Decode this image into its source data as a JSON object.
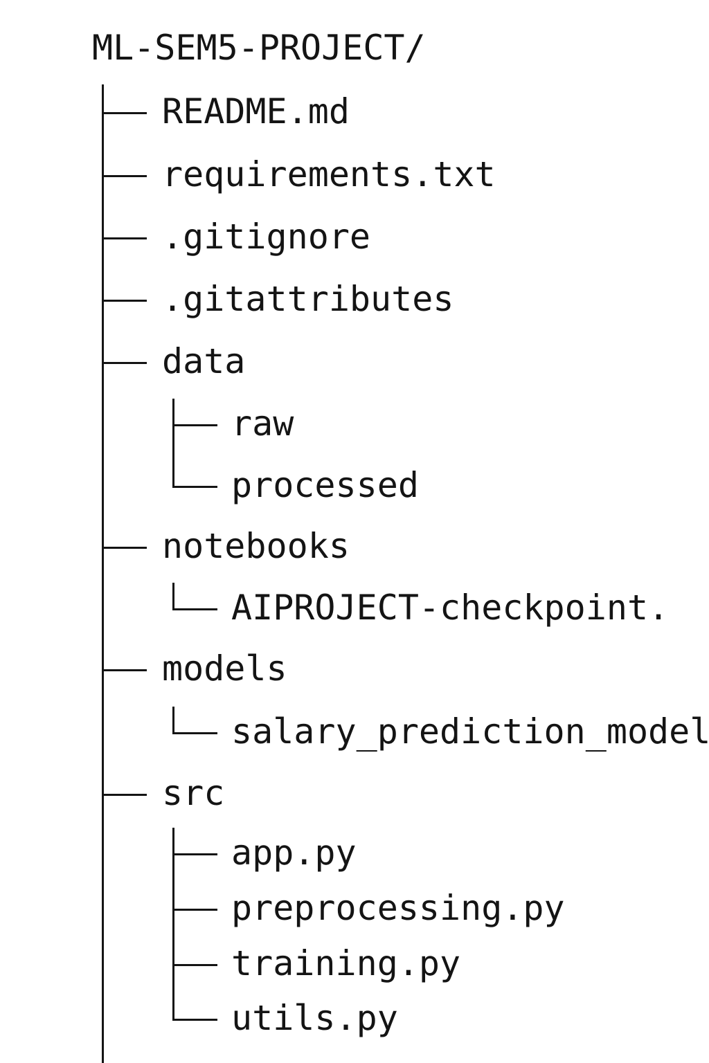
{
  "root": "ML-SEM5-PROJECT/",
  "entries": [
    {
      "label": "README.md",
      "name": "file-readme"
    },
    {
      "label": "requirements.txt",
      "name": "file-requirements"
    },
    {
      "label": ".gitignore",
      "name": "file-gitignore"
    },
    {
      "label": ".gitattributes",
      "name": "file-gitattributes"
    },
    {
      "label": "data",
      "name": "folder-data",
      "children": [
        {
          "label": "raw",
          "name": "folder-raw"
        },
        {
          "label": "processed",
          "name": "folder-processed"
        }
      ]
    },
    {
      "label": "notebooks",
      "name": "folder-notebooks",
      "children": [
        {
          "label": "AIPROJECT-checkpoint.",
          "name": "file-aiproject-checkpoint"
        }
      ]
    },
    {
      "label": "models",
      "name": "folder-models",
      "children": [
        {
          "label": "salary_prediction_model",
          "name": "file-salary-prediction-model"
        }
      ]
    },
    {
      "label": "src",
      "name": "folder-src",
      "children": [
        {
          "label": "app.py",
          "name": "file-app-py"
        },
        {
          "label": "preprocessing.py",
          "name": "file-preprocessing-py"
        },
        {
          "label": "training.py",
          "name": "file-training-py"
        },
        {
          "label": "utils.py",
          "name": "file-utils-py"
        }
      ]
    }
  ]
}
